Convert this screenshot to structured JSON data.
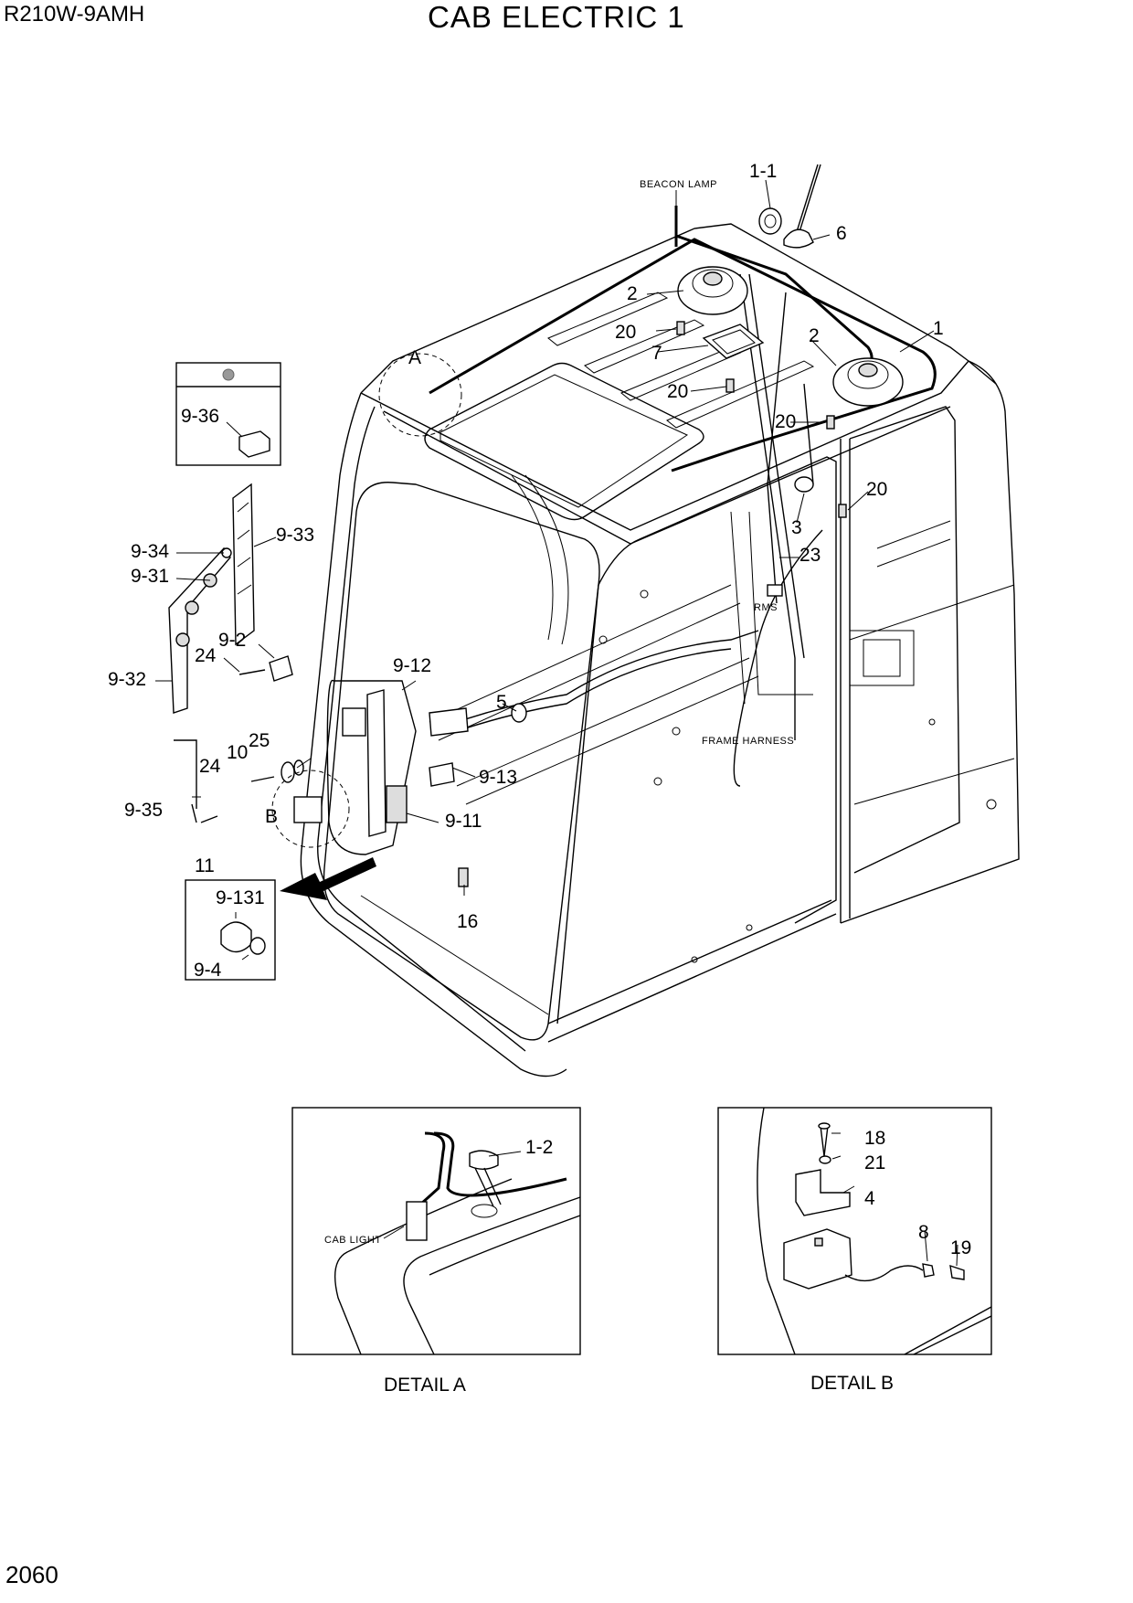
{
  "header": {
    "model": "R210W-9AMH",
    "title": "CAB ELECTRIC 1"
  },
  "page_number": "2060",
  "wire_tags": {
    "beacon_lamp": "BEACON LAMP",
    "rms": "RMS",
    "frame_harness": "FRAME HARNESS",
    "cab_light": "CAB LIGHT"
  },
  "details": {
    "a_marker": "A",
    "b_marker": "B",
    "detail_a_caption": "DETAIL A",
    "detail_b_caption": "DETAIL B"
  },
  "callouts": {
    "c1_1": "1-1",
    "c6": "6",
    "c2a": "2",
    "c20a": "20",
    "c1": "1",
    "c2b": "2",
    "c7": "7",
    "c20b": "20",
    "c20c": "20",
    "c20d": "20",
    "c3": "3",
    "c23": "23",
    "c9_36": "9-36",
    "c9_33": "9-33",
    "c9_34": "9-34",
    "c9_31": "9-31",
    "c9_2": "9-2",
    "c24a": "24",
    "c9_32": "9-32",
    "c9_12": "9-12",
    "c5": "5",
    "c25": "25",
    "c10": "10",
    "c24b": "24",
    "c9_13": "9-13",
    "c9_35": "9-35",
    "c9_11": "9-11",
    "c11": "11",
    "c9_131": "9-131",
    "c16": "16",
    "c9_4": "9-4",
    "c1_2": "1-2",
    "c18": "18",
    "c21": "21",
    "c4": "4",
    "c8": "8",
    "c19": "19"
  }
}
